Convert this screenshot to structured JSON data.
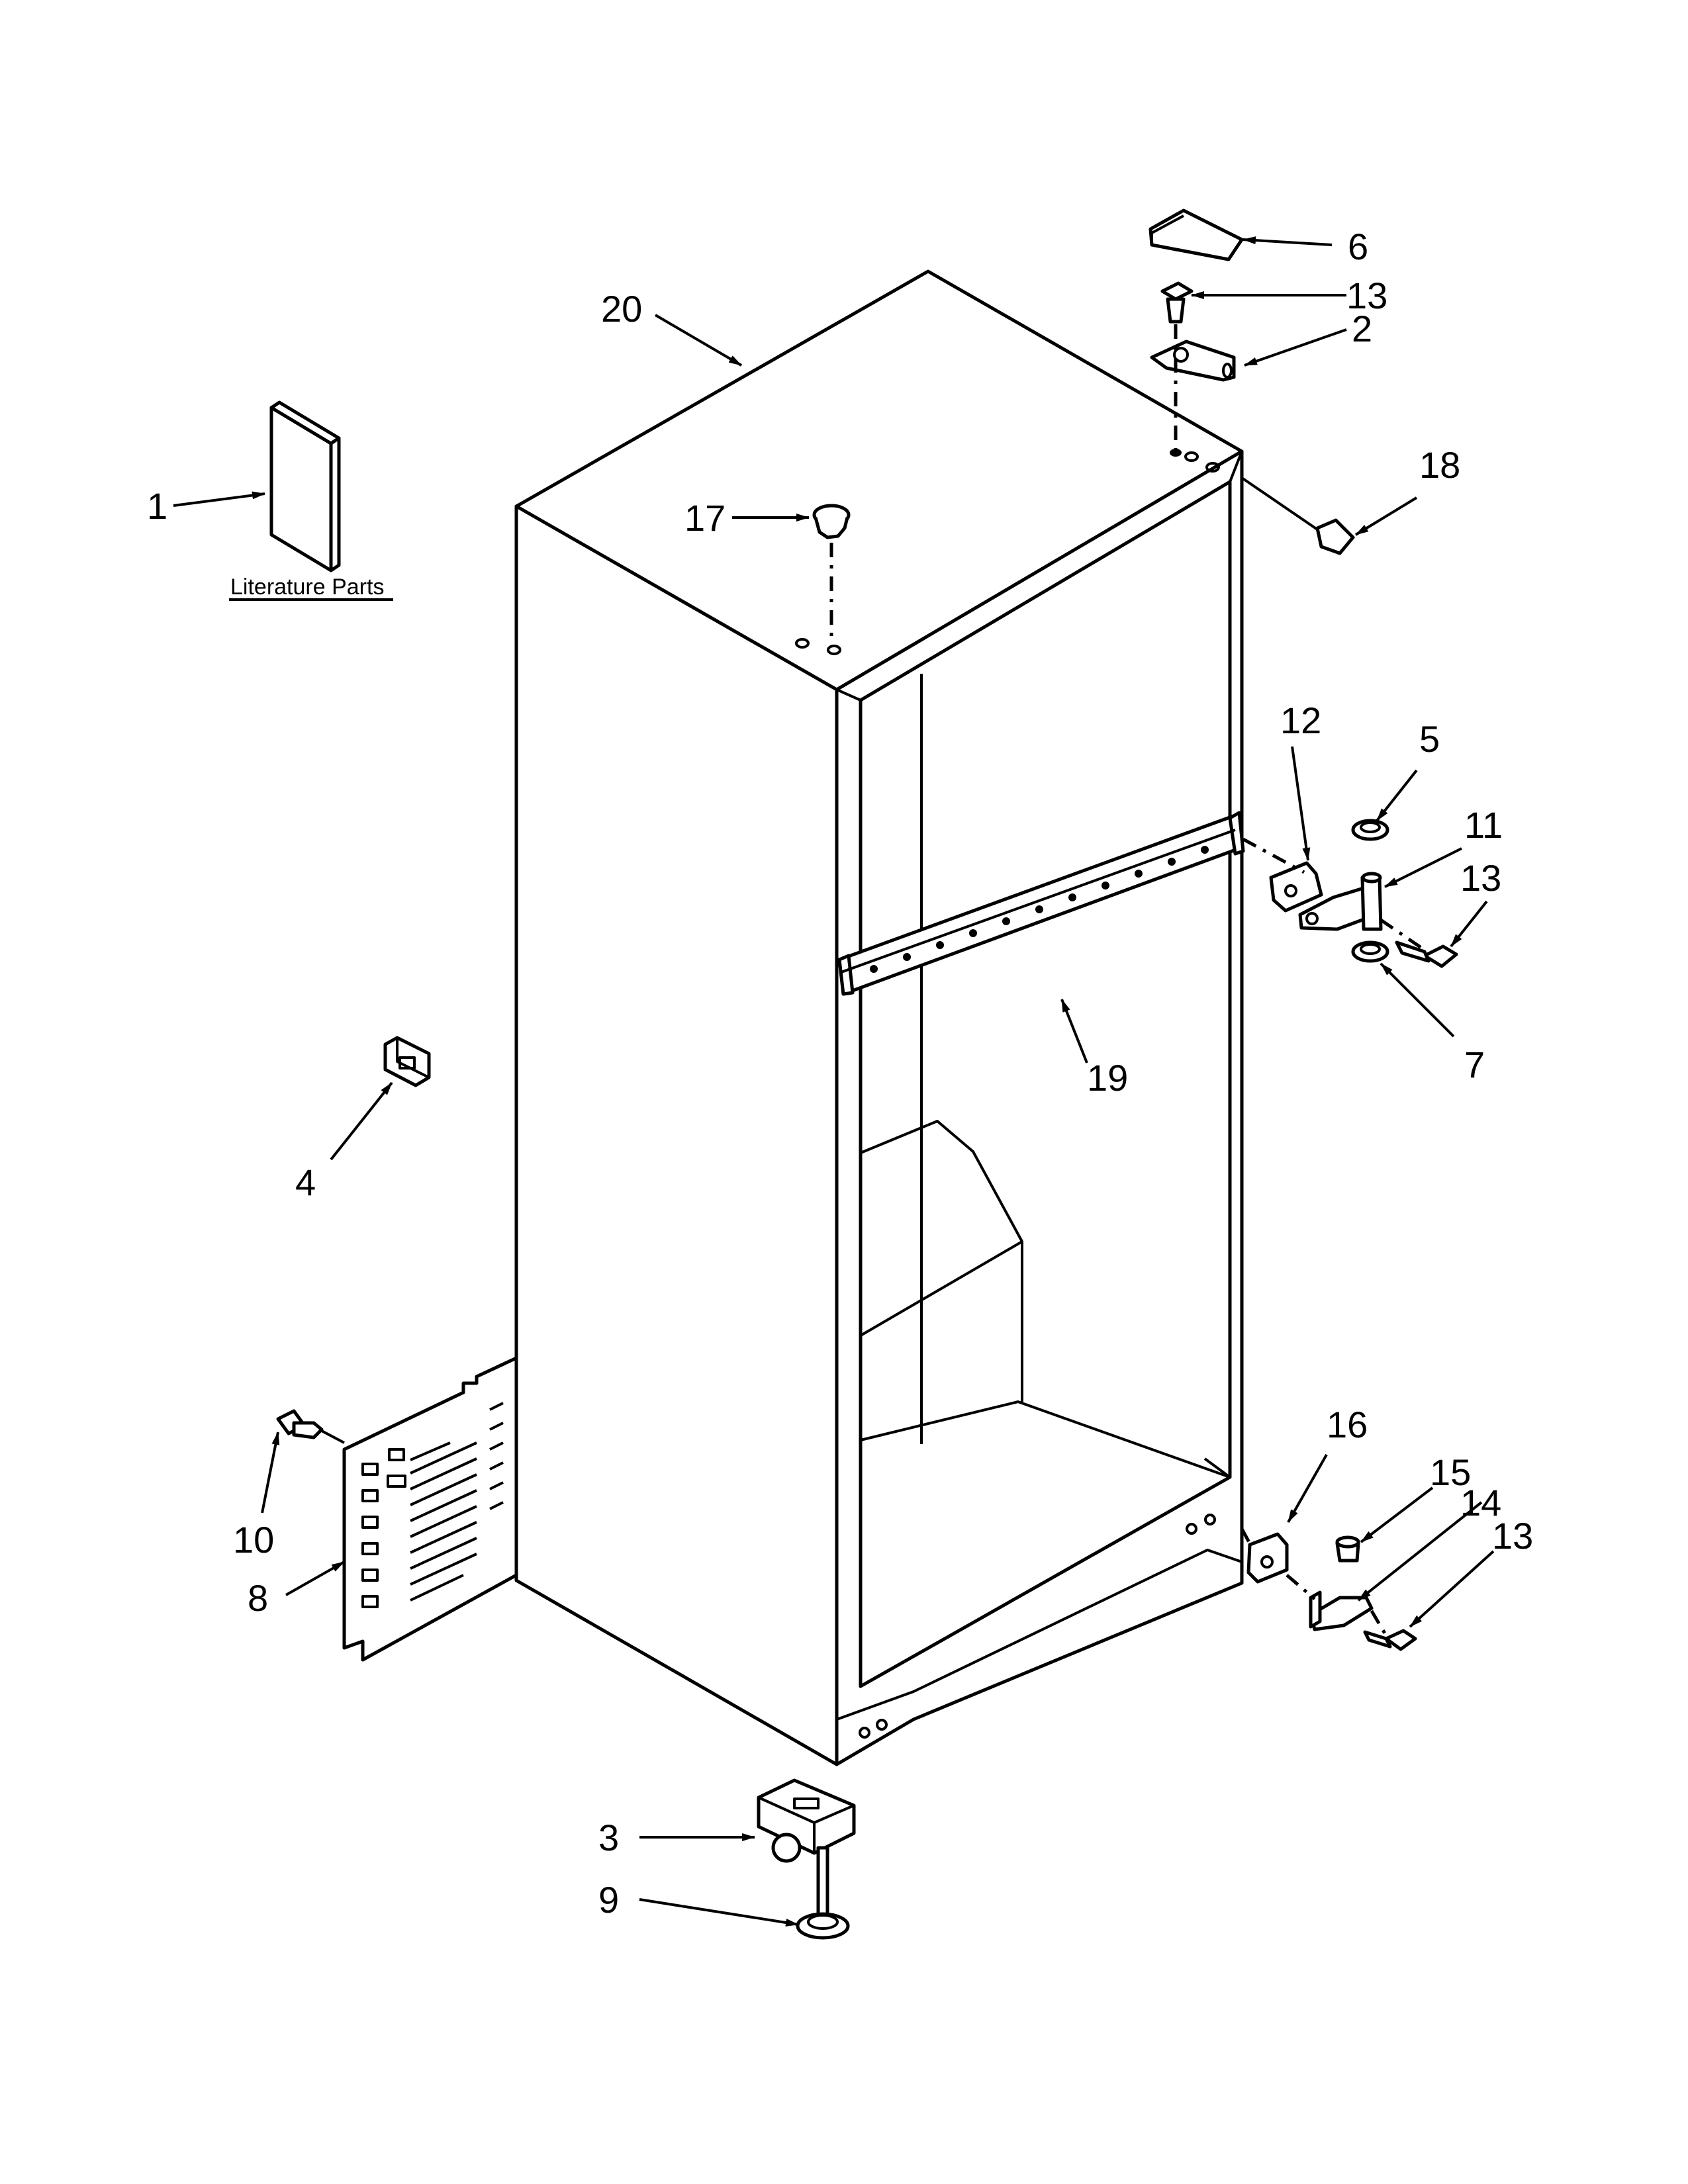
{
  "diagram": {
    "literature_label": "Literature Parts",
    "callouts": [
      {
        "id": "c1",
        "text": "1"
      },
      {
        "id": "c2",
        "text": "2"
      },
      {
        "id": "c3",
        "text": "3"
      },
      {
        "id": "c4",
        "text": "4"
      },
      {
        "id": "c5",
        "text": "5"
      },
      {
        "id": "c6",
        "text": "6"
      },
      {
        "id": "c7",
        "text": "7"
      },
      {
        "id": "c8",
        "text": "8"
      },
      {
        "id": "c9",
        "text": "9"
      },
      {
        "id": "c10",
        "text": "10"
      },
      {
        "id": "c11",
        "text": "11"
      },
      {
        "id": "c12",
        "text": "12"
      },
      {
        "id": "c13a",
        "text": "13"
      },
      {
        "id": "c13b",
        "text": "13"
      },
      {
        "id": "c13c",
        "text": "13"
      },
      {
        "id": "c14",
        "text": "14"
      },
      {
        "id": "c15",
        "text": "15"
      },
      {
        "id": "c16",
        "text": "16"
      },
      {
        "id": "c17",
        "text": "17"
      },
      {
        "id": "c18",
        "text": "18"
      },
      {
        "id": "c19",
        "text": "19"
      },
      {
        "id": "c20",
        "text": "20"
      }
    ]
  }
}
